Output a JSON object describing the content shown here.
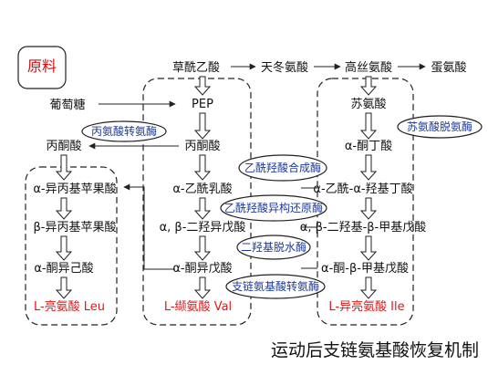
{
  "raw_material": "原料",
  "top_row": {
    "glucose": "葡萄糖",
    "oxaloacetate": "草酰乙酸",
    "asp": "天冬氨酸",
    "homoser": "高丝氨酸",
    "met": "蛋氨酸"
  },
  "left_column": {
    "pyruvate_src": "丙酮酸",
    "a_ipm": "α-异丙基苹果酸",
    "b_ipm": "β-异丙基苹果酸",
    "kic": "α-酮异己酸",
    "leu": "L-亮氨酸 Leu"
  },
  "middle_column": {
    "pep": "PEP",
    "pyruvate": "丙酮酸",
    "acetolactate": "α-乙酰乳酸",
    "dihydroxy": "α, β-二羟异戊酸",
    "kiv": "α-酮异戊酸",
    "val": "L-缬氨酸 Val"
  },
  "right_column": {
    "thr": "苏氨酸",
    "kb": "α-酮丁酸",
    "ahb": "α-乙酰-α-羟基丁酸",
    "dhmv": "α, β-二羟基-β-甲基戊酸",
    "kmv": "α-酮-β-甲基戊酸",
    "ile": "L-异亮氨酸 Ile"
  },
  "enzymes": {
    "transaminase_pyruvate": "丙氨酸转氨酶",
    "thr_dehydratase": "苏氨酸脱氨酶",
    "ahas": "乙酰羟酸合成酶",
    "reductoisomerase": "乙酰羟酸异构还原酶",
    "dehydratase": "二羟基脱水酶",
    "bcat": "支链氨基酸转氨酶"
  },
  "caption": "运动后支链氨基酸恢复机制"
}
